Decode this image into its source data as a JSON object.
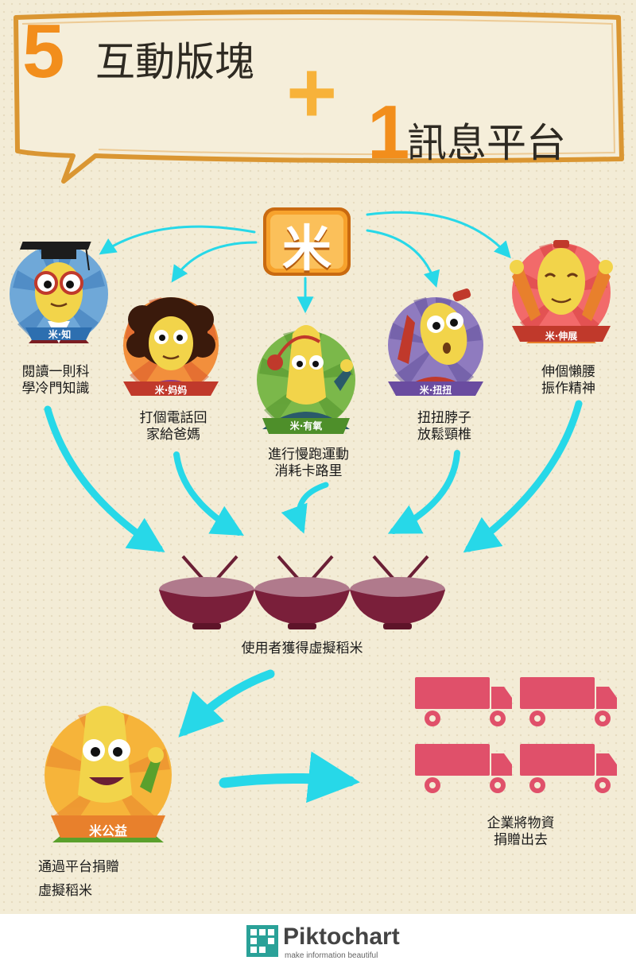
{
  "title": {
    "number_five": "5",
    "line1": "互動版塊",
    "plus": "+",
    "number_one": "1",
    "line2": "訊息平台"
  },
  "center_logo": "米",
  "characters": [
    {
      "badge": "米·知",
      "label": "閱讀一則科\n學冷門知識"
    },
    {
      "badge": "米·妈妈",
      "label": "打個電話回\n家給爸媽"
    },
    {
      "badge": "米·有氧",
      "label": "進行慢跑運動\n消耗卡路里"
    },
    {
      "badge": "米·扭扭",
      "label": "扭扭脖子\n放鬆頸椎"
    },
    {
      "badge": "米·伸展",
      "label": "伸個懶腰\n振作精神"
    }
  ],
  "rice_caption": "使用者獲得虛擬稻米",
  "charity": {
    "badge": "米公益",
    "label": "通過平台捐贈\n虛擬稻米"
  },
  "company_label": "企業將物資\n捐贈出去",
  "footer": {
    "brand": "Piktochart",
    "tagline": "make information beautiful"
  },
  "colors": {
    "accent": "#f28e1c",
    "arrow": "#27d8e8",
    "truck": "#e0506a",
    "bowl": "#7a1f3a"
  }
}
